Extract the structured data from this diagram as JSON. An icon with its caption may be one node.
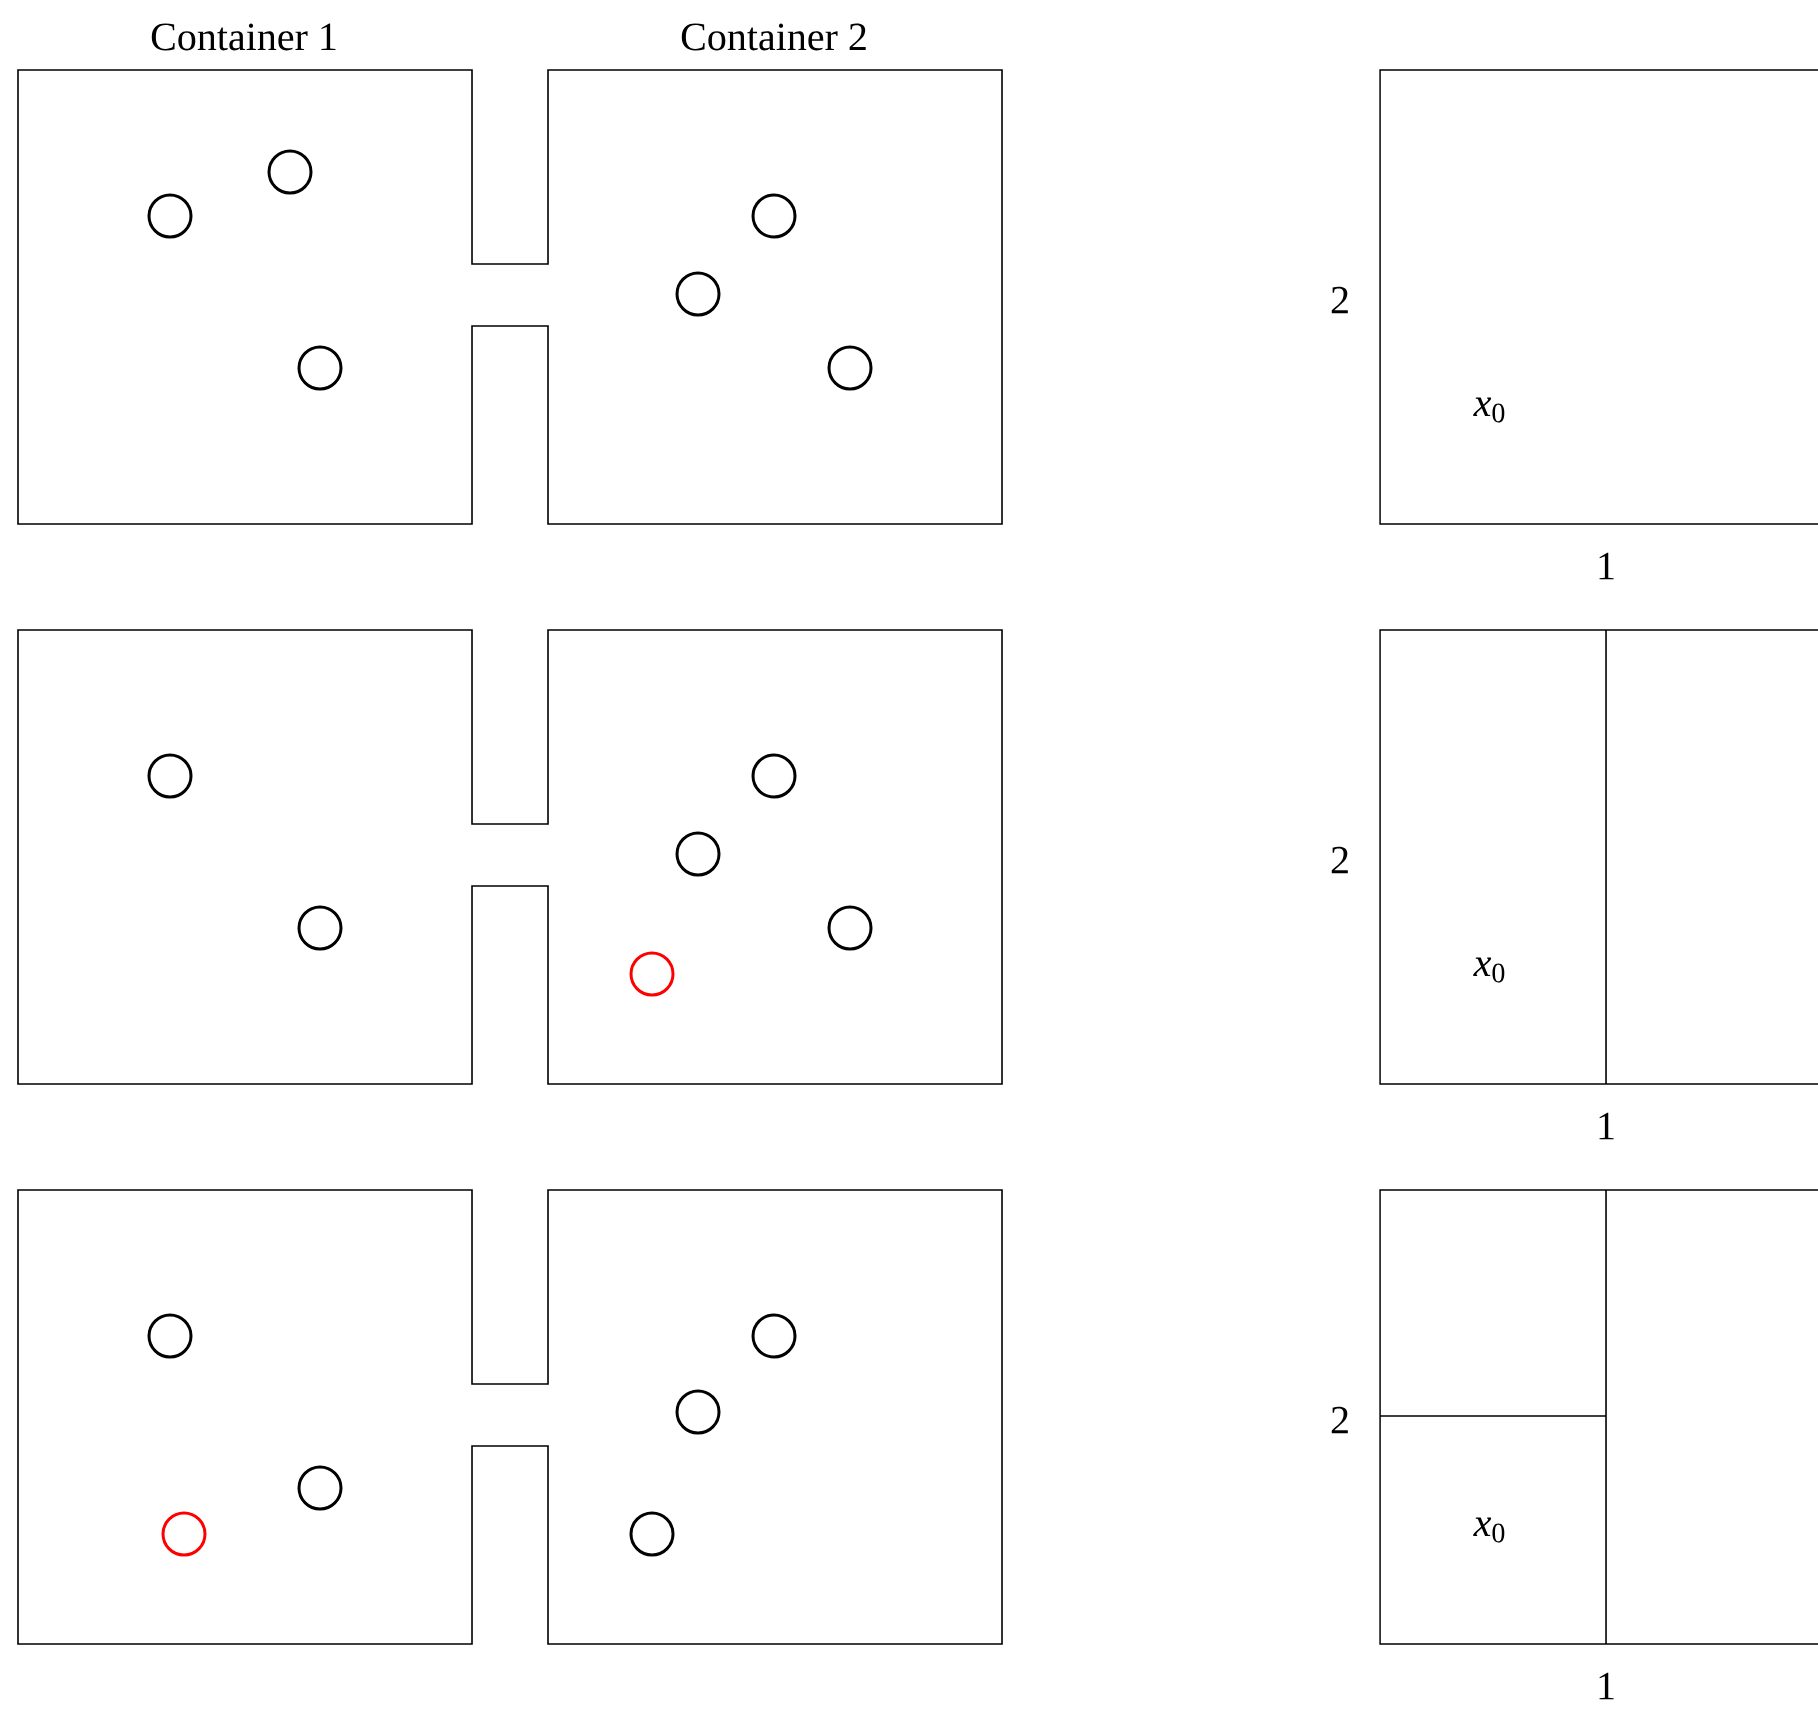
{
  "diagram": {
    "labels": [
      "Container 1",
      "Container 2",
      "2",
      "*x*$_{0}$",
      "1",
      "2",
      "*x*$_{0}$",
      "1",
      "2",
      "*x*$_{0}$",
      "1"
    ]
  }
}
